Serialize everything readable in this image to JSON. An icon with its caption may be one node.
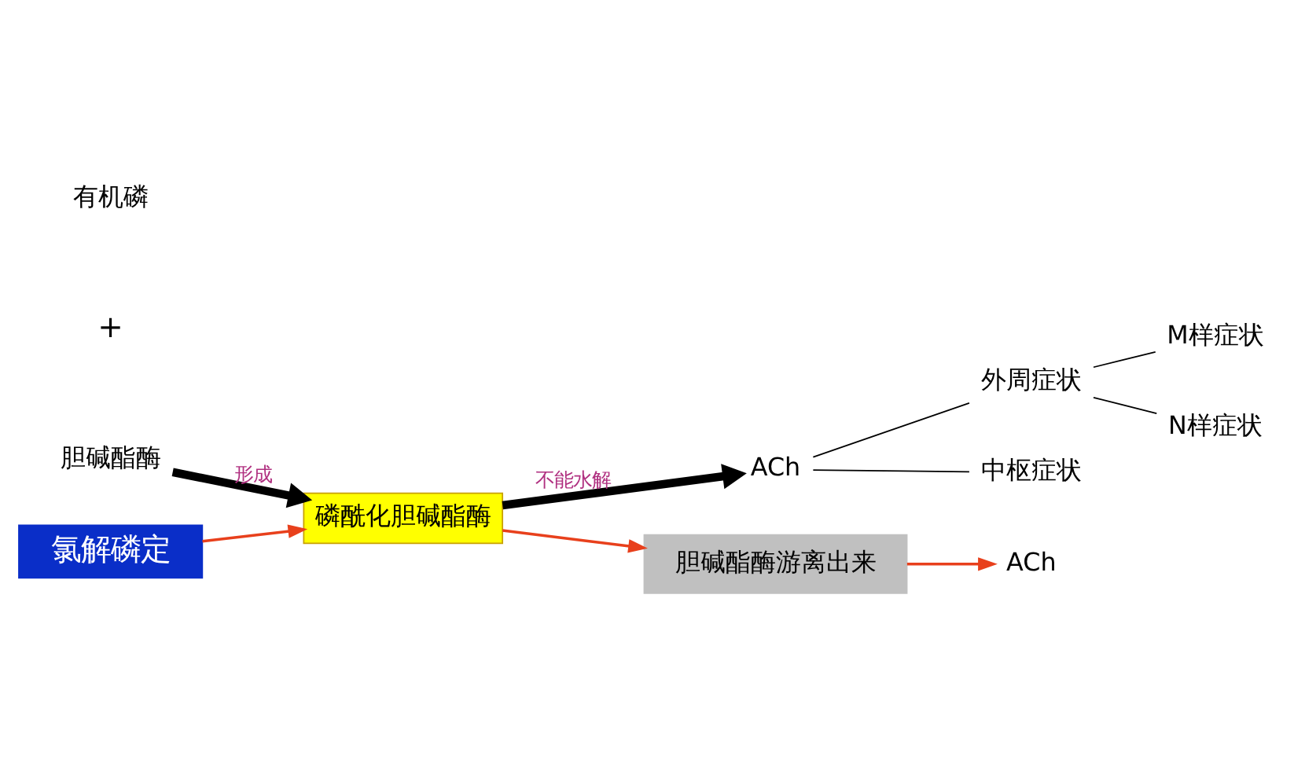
{
  "diagram": {
    "nodes": [
      {
        "text": [
          "有机磷"
        ]
      },
      {
        "text": [
          "胆碱酯酶"
        ]
      },
      {
        "text": [
          "磷酰化胆碱酯酶"
        ]
      },
      {
        "text": [
          "ACh"
        ]
      },
      {
        "text": [
          "外周症状"
        ]
      },
      {
        "text": [
          "中枢症状"
        ]
      },
      {
        "text": [
          "M样症状"
        ]
      },
      {
        "text": [
          "N样症状"
        ]
      },
      {
        "text": [
          "胆碱酯酶游离出来"
        ]
      },
      {
        "text": [
          "ACh"
        ]
      },
      {
        "text": [
          "氯解磷定"
        ]
      }
    ],
    "edges": [
      {
        "from": 1,
        "to": 2,
        "arrow": "to",
        "label": "形成",
        "style": "thick"
      },
      {
        "from": 2,
        "to": 3,
        "arrow": "to",
        "label": "不能水解",
        "style": "thick"
      },
      {
        "from": 3,
        "to": 4,
        "arrow": "none"
      },
      {
        "from": 3,
        "to": 5,
        "arrow": "none"
      },
      {
        "from": 4,
        "to": 6,
        "arrow": "none"
      },
      {
        "from": 4,
        "to": 7,
        "arrow": "none"
      },
      {
        "from": 2,
        "to": 8,
        "arrow": "to",
        "color": "#e8401c"
      },
      {
        "from": 10,
        "to": 2,
        "arrow": "to",
        "color": "#e8401c"
      },
      {
        "from": 8,
        "to": 9,
        "arrow": "to",
        "color": "#e8401c"
      }
    ],
    "labels": [
      "+"
    ]
  }
}
